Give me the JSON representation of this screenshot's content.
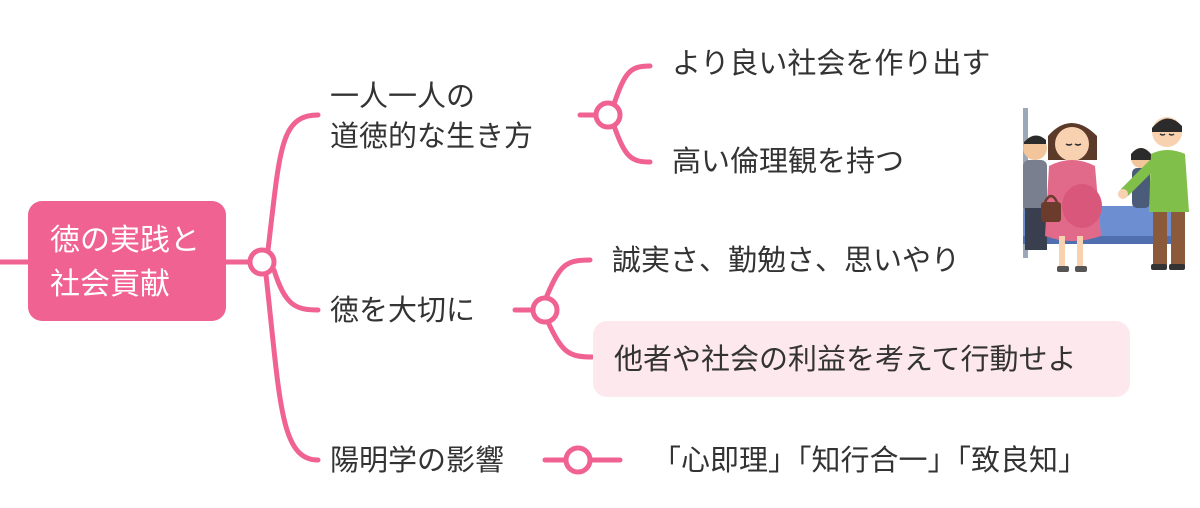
{
  "root": {
    "label": "徳の実践と\n社会貢献"
  },
  "branches": [
    {
      "label": "一人一人の\n道徳的な生き方",
      "children": [
        "より良い社会を作り出す",
        "高い倫理観を持つ"
      ]
    },
    {
      "label": "徳を大切に",
      "children": [
        "誠実さ、勤勉さ、思いやり",
        "他者や社会の利益を考えて行動せよ"
      ]
    },
    {
      "label": "陽明学の影響",
      "children": [
        "「心即理」「知行合一」「致良知」"
      ]
    }
  ],
  "colors": {
    "accent": "#f06292",
    "highlight_bg": "#fde8ee",
    "text": "#333333"
  },
  "illustration": {
    "icon": "train-seat-offering-illustration"
  }
}
